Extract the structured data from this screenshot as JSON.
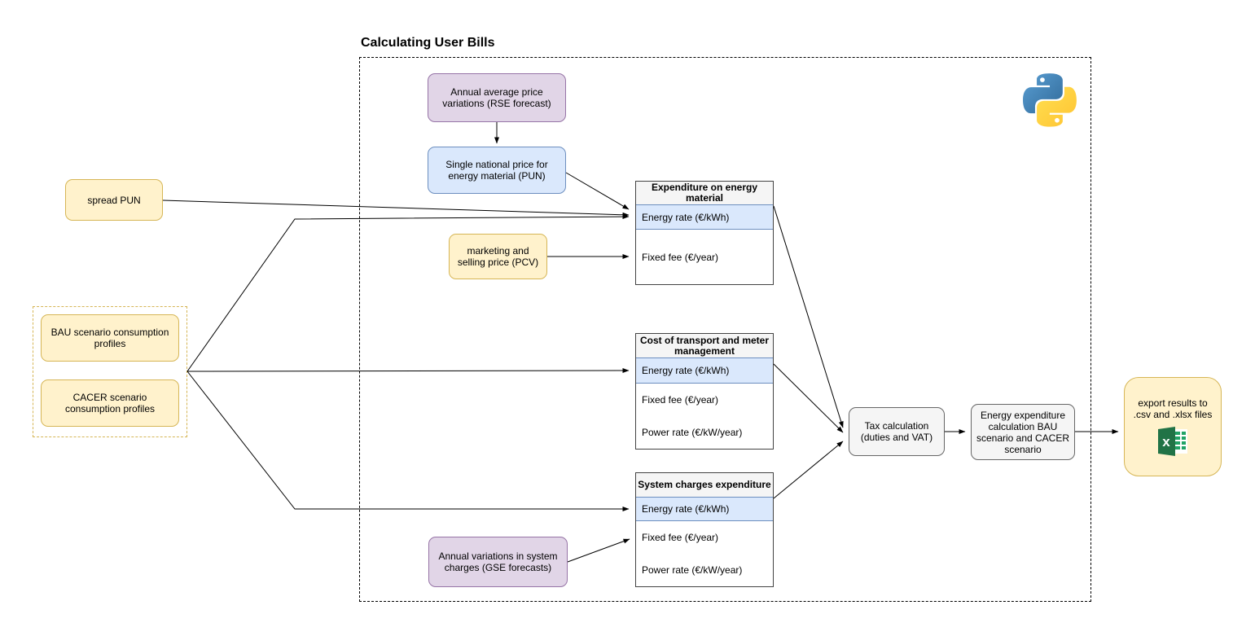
{
  "title": "Calculating User Bills",
  "nodes": {
    "rse_forecast": {
      "label": "Annual average price variations (RSE forecast)"
    },
    "pun": {
      "label": "Single national price for energy material (PUN)"
    },
    "spread_pun": {
      "label": "spread PUN"
    },
    "bau_profiles": {
      "label": "BAU scenario consumption profiles"
    },
    "cacer_profiles": {
      "label": "CACER scenario consumption profiles"
    },
    "pcv": {
      "label": "marketing and selling price (PCV)"
    },
    "gse_forecasts": {
      "label": "Annual variations in system charges (GSE forecasts)"
    },
    "tax": {
      "label": "Tax calculation (duties and VAT)"
    },
    "energy_expenditure": {
      "label": "Energy expenditure calculation BAU scenario and CACER scenario"
    },
    "export": {
      "label": "export results to .csv and .xlsx files"
    }
  },
  "tables": [
    {
      "header": "Expenditure on energy material",
      "rows": [
        {
          "label": "Energy rate (€/kWh)",
          "highlight": true
        },
        {
          "label": "Fixed fee (€/year)",
          "highlight": false
        }
      ]
    },
    {
      "header": "Cost of transport and meter management",
      "rows": [
        {
          "label": "Energy rate (€/kWh)",
          "highlight": true
        },
        {
          "label": "Fixed fee (€/year)",
          "highlight": false
        },
        {
          "label": "Power rate (€/kW/year)",
          "highlight": false
        }
      ]
    },
    {
      "header": "System charges expenditure",
      "rows": [
        {
          "label": "Energy rate (€/kWh)",
          "highlight": true
        },
        {
          "label": "Fixed fee (€/year)",
          "highlight": false
        },
        {
          "label": "Power rate (€/kW/year)",
          "highlight": false
        }
      ]
    }
  ],
  "icons": {
    "python": "python-logo",
    "excel": "excel-icon"
  },
  "colors": {
    "yellow_fill": "#FFF2CC",
    "yellow_border": "#D6B656",
    "purple_fill": "#E1D5E7",
    "purple_border": "#9673A6",
    "blue_fill": "#DAE8FC",
    "blue_border": "#6C8EBF",
    "gray_fill": "#F5F5F5",
    "gray_border": "#666666",
    "highlight_row_fill": "#DAE8FC",
    "excel_green": "#217346",
    "python_blue": "#366994",
    "python_yellow": "#FFC331"
  }
}
